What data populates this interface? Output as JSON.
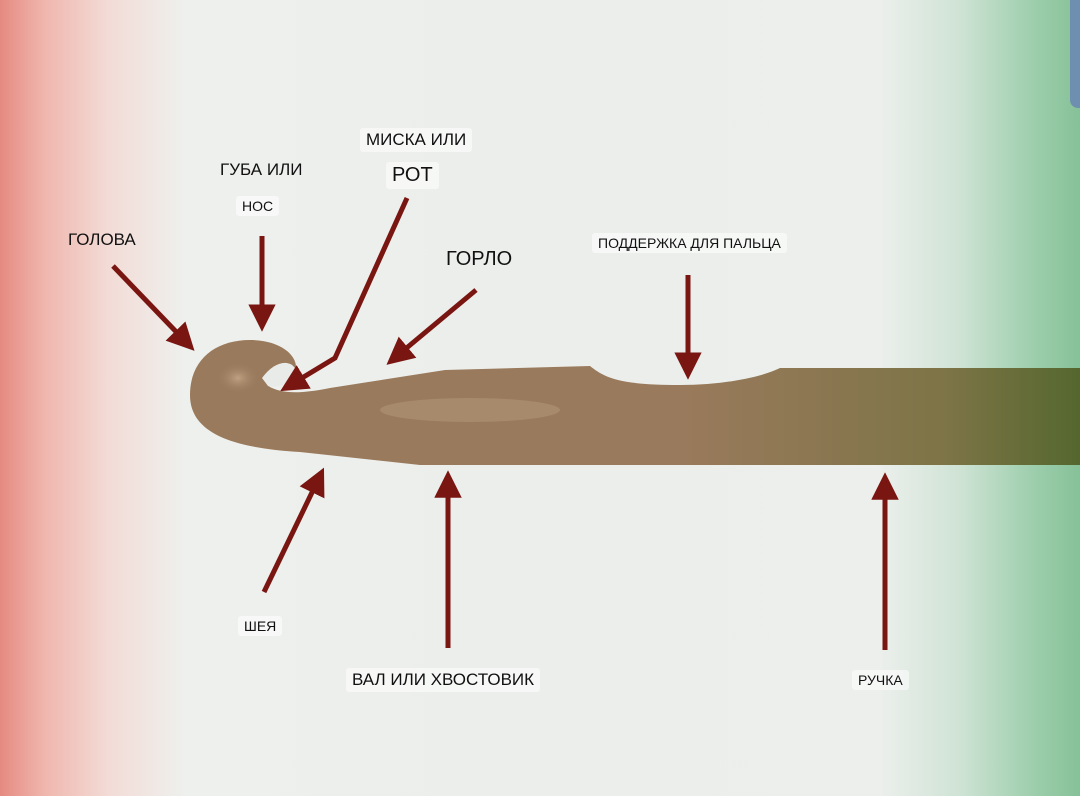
{
  "diagram": {
    "labels": {
      "head": "ГОЛОВА",
      "lip_line1": "ГУБА ИЛИ",
      "lip_line2": "НОС",
      "bowl_line1": "МИСКА ИЛИ",
      "bowl_line2": "РОТ",
      "throat": "ГОРЛО",
      "thumb_rest": "ПОДДЕРЖКА ДЛЯ ПАЛЬЦА",
      "neck": "ШЕЯ",
      "shaft": "ВАЛ ИЛИ ХВОСТОВИК",
      "handle": "РУЧКА"
    },
    "colors": {
      "hook_body": "#9b7b5d",
      "hook_handle_end": "#5b6b32",
      "arrow": "#7a1612",
      "bg_left": "#e58a80",
      "bg_right": "#86c198"
    }
  }
}
